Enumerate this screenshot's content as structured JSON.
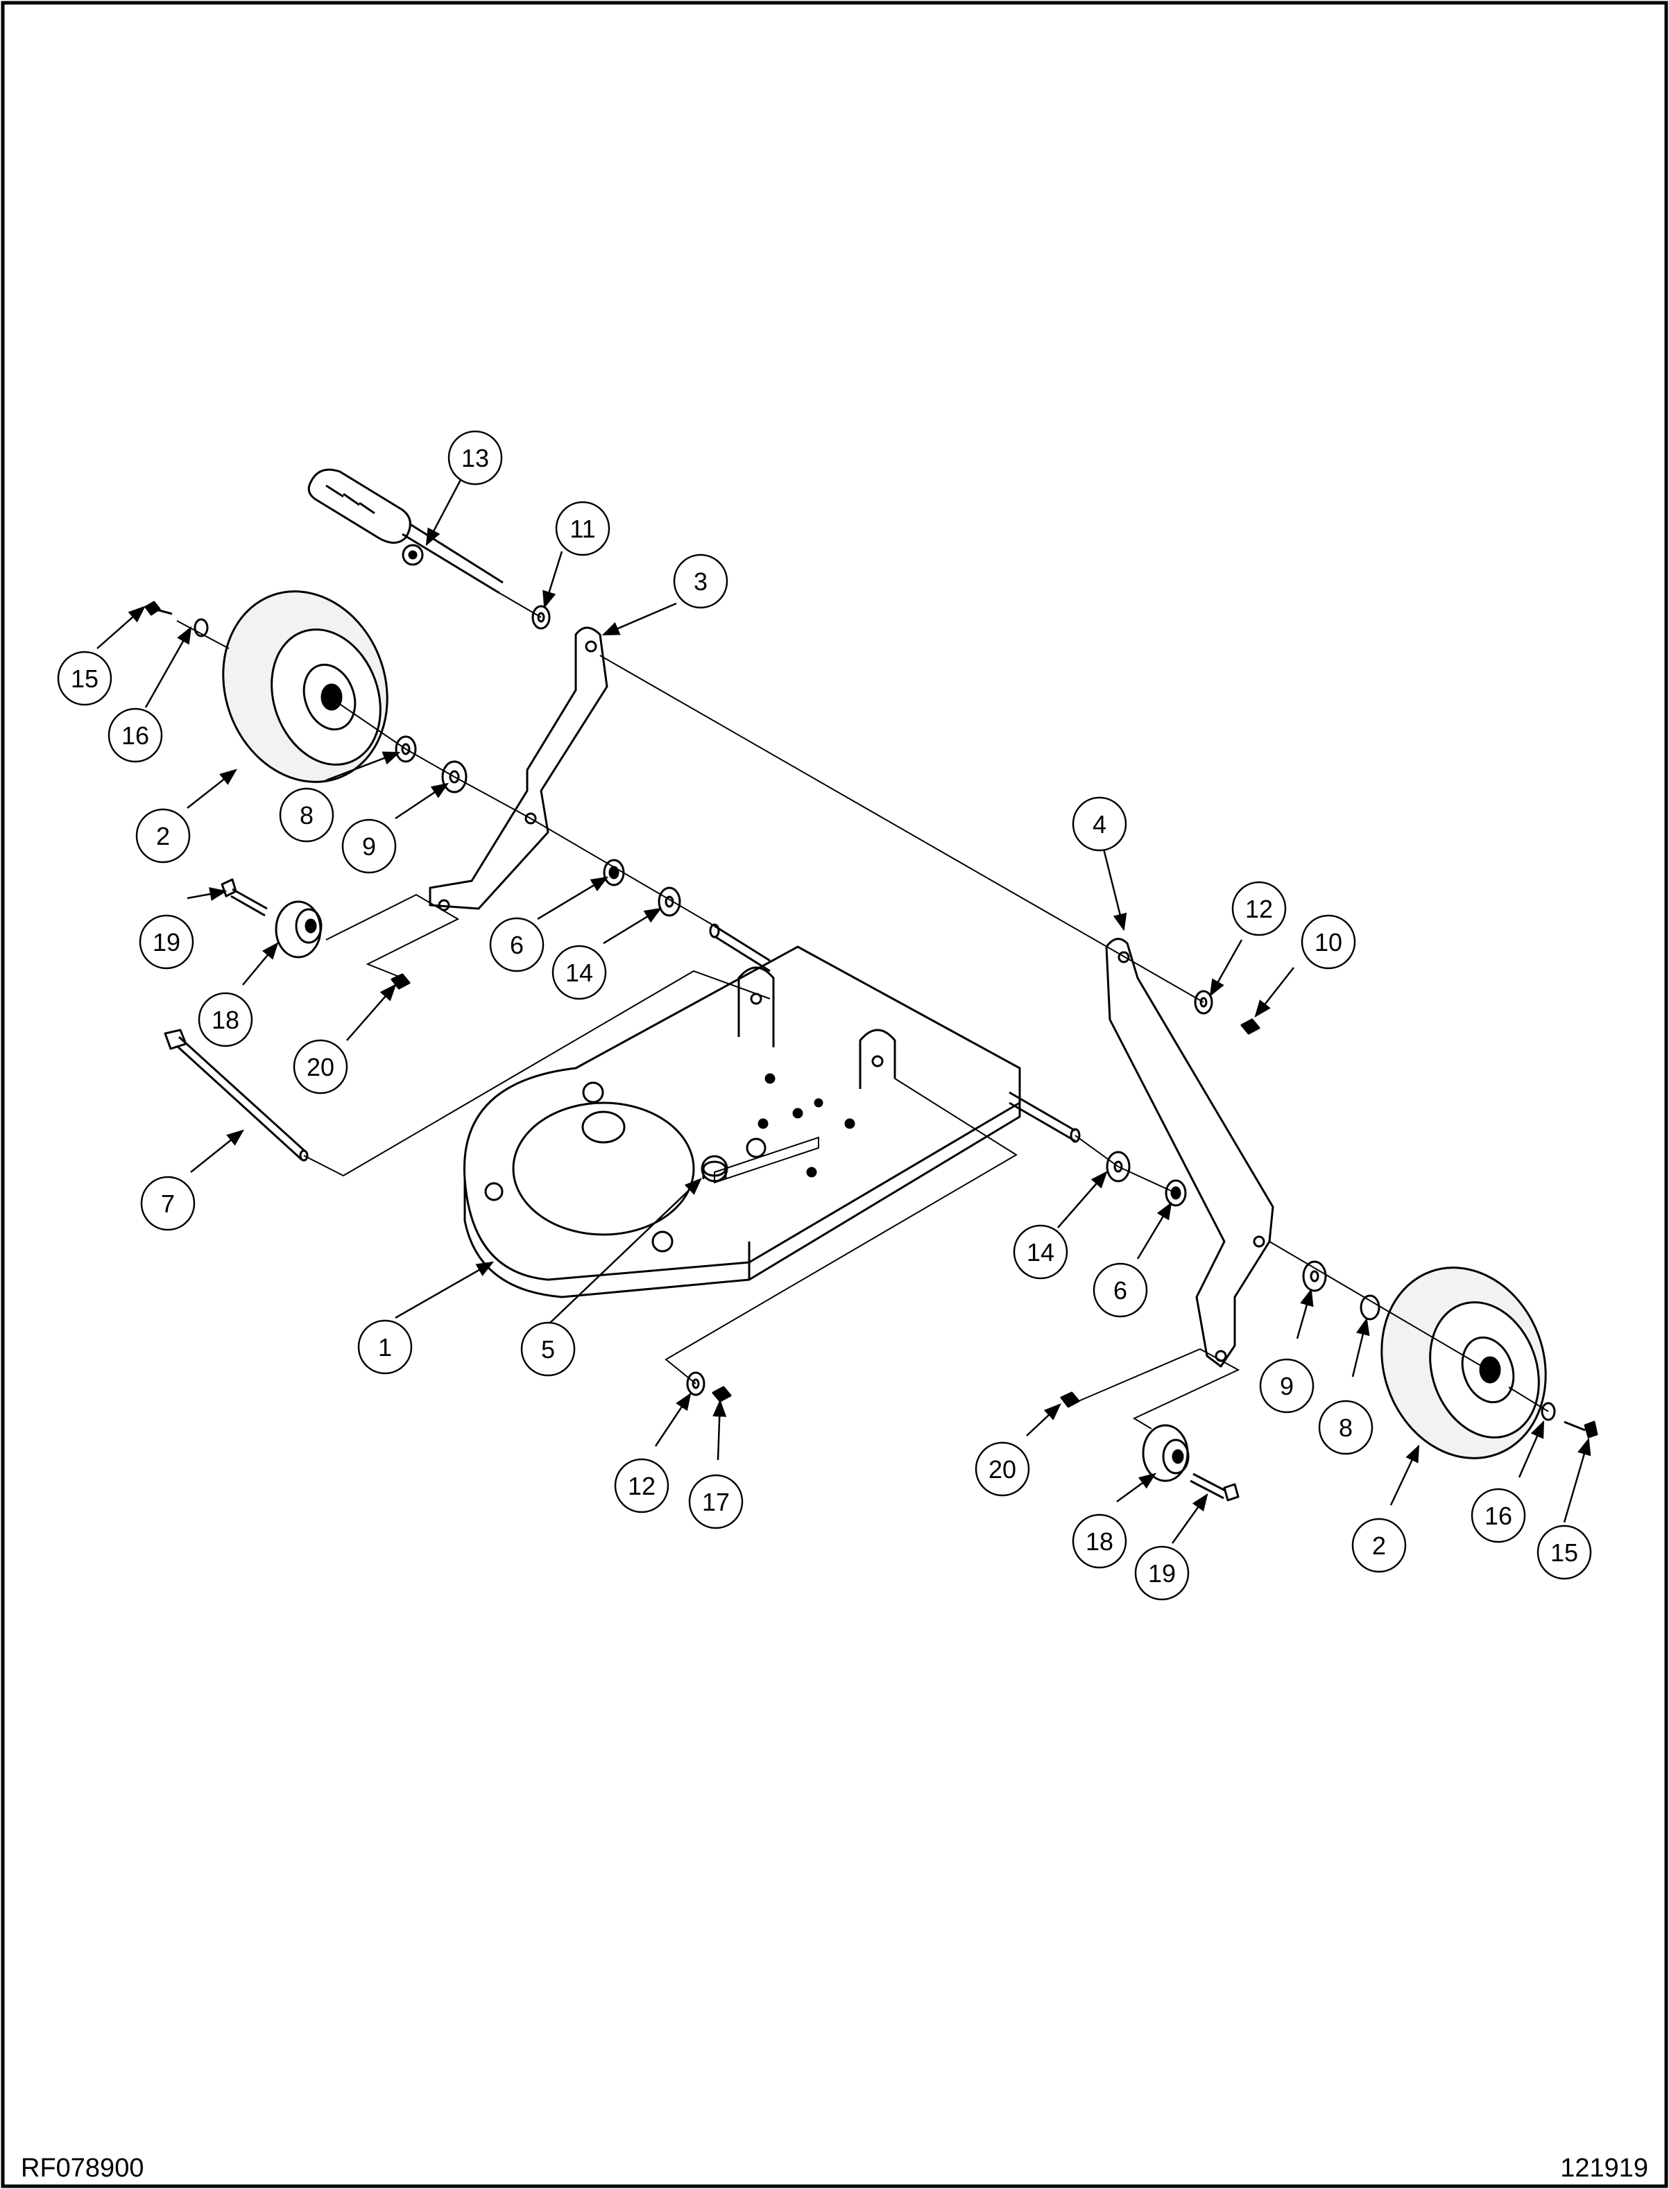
{
  "document": {
    "drawing_number": "RF078900",
    "date_code": "121919"
  },
  "callouts": [
    {
      "id": "c13",
      "label": "13"
    },
    {
      "id": "c11",
      "label": "11"
    },
    {
      "id": "c3",
      "label": "3"
    },
    {
      "id": "c15a",
      "label": "15"
    },
    {
      "id": "c16a",
      "label": "16"
    },
    {
      "id": "c2a",
      "label": "2"
    },
    {
      "id": "c8a",
      "label": "8"
    },
    {
      "id": "c9a",
      "label": "9"
    },
    {
      "id": "c4",
      "label": "4"
    },
    {
      "id": "c12a",
      "label": "12"
    },
    {
      "id": "c10",
      "label": "10"
    },
    {
      "id": "c19a",
      "label": "19"
    },
    {
      "id": "c18a",
      "label": "18"
    },
    {
      "id": "c20a",
      "label": "20"
    },
    {
      "id": "c6a",
      "label": "6"
    },
    {
      "id": "c14a",
      "label": "14"
    },
    {
      "id": "c7",
      "label": "7"
    },
    {
      "id": "c1",
      "label": "1"
    },
    {
      "id": "c5",
      "label": "5"
    },
    {
      "id": "c14b",
      "label": "14"
    },
    {
      "id": "c6b",
      "label": "6"
    },
    {
      "id": "c9b",
      "label": "9"
    },
    {
      "id": "c8b",
      "label": "8"
    },
    {
      "id": "c12b",
      "label": "12"
    },
    {
      "id": "c17",
      "label": "17"
    },
    {
      "id": "c20b",
      "label": "20"
    },
    {
      "id": "c18b",
      "label": "18"
    },
    {
      "id": "c19b",
      "label": "19"
    },
    {
      "id": "c2b",
      "label": "2"
    },
    {
      "id": "c16b",
      "label": "16"
    },
    {
      "id": "c15b",
      "label": "15"
    }
  ],
  "colors": {
    "ink": "#000000",
    "paper": "#ffffff",
    "tire_gray": "#f2f2f2"
  }
}
